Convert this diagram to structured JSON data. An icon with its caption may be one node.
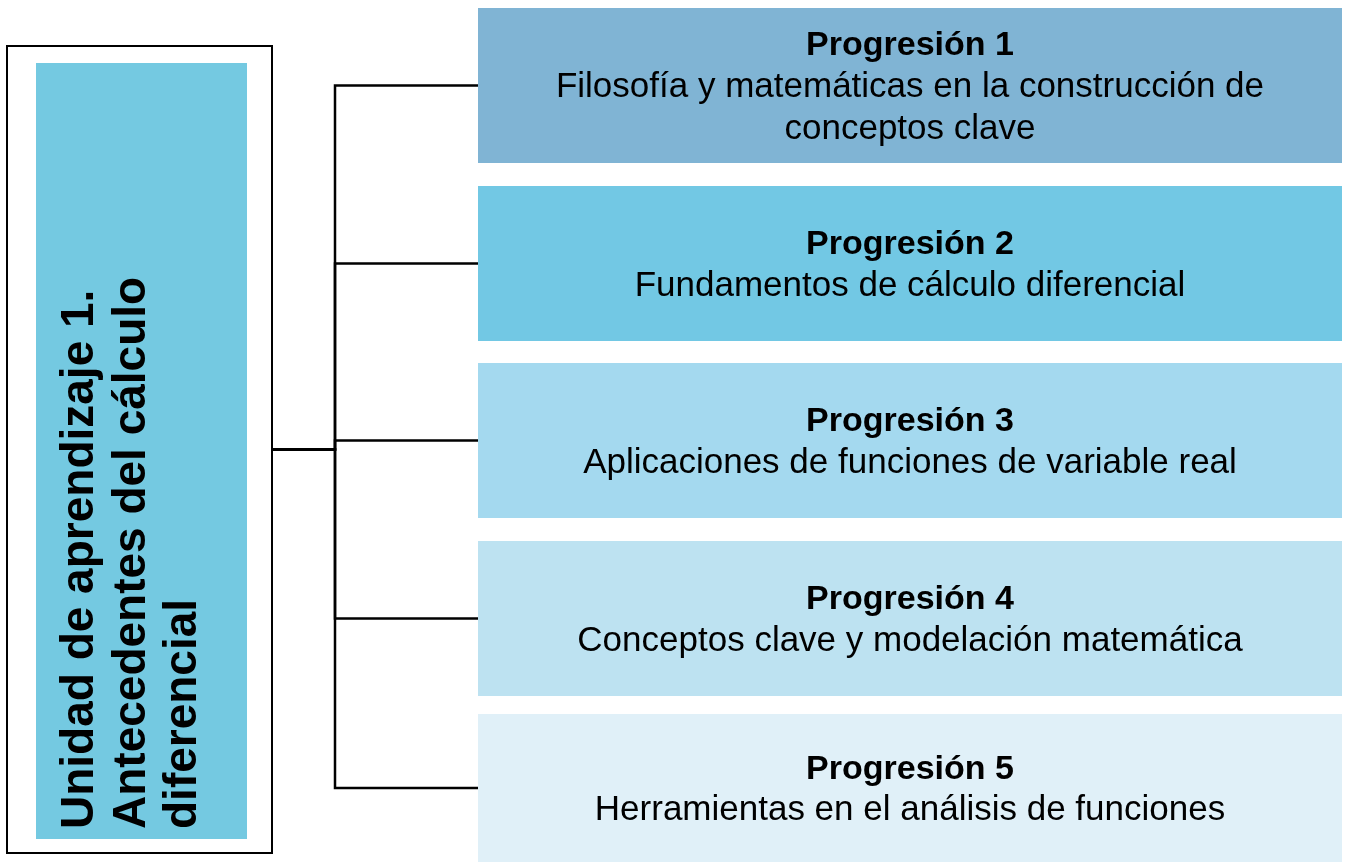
{
  "diagram": {
    "nodes": [
      {
        "text": [],
        "shape": "box"
      },
      {
        "text": [
          "Unidad de aprendizaje 1. Antecedentes del cálculo diferencial"
        ],
        "in": 0
      },
      {
        "text": [
          "Progresión 1",
          "Filosofía y matemáticas en la construcción de conceptos clave"
        ]
      },
      {
        "text": [
          "Progresión 2",
          "Fundamentos de cálculo diferencial"
        ]
      },
      {
        "text": [
          "Progresión 3",
          "Aplicaciones de funciones de variable real"
        ]
      },
      {
        "text": [
          "Progresión 4",
          "Conceptos clave y modelación matemática"
        ]
      },
      {
        "text": [
          "Progresión 5",
          "Herramientas en el análisis de funciones"
        ]
      }
    ],
    "edges": [
      {
        "from": 0,
        "to": 2,
        "arrow": "none"
      },
      {
        "from": 0,
        "to": 3,
        "arrow": "none"
      },
      {
        "from": 0,
        "to": 4,
        "arrow": "none"
      },
      {
        "from": 0,
        "to": 5,
        "arrow": "none"
      },
      {
        "from": 0,
        "to": 6,
        "arrow": "none"
      }
    ]
  }
}
